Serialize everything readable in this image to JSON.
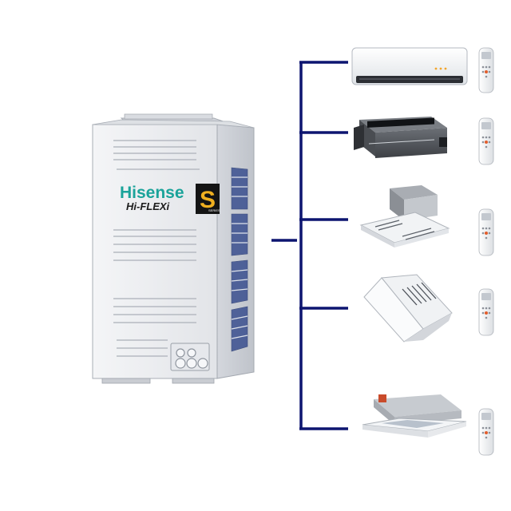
{
  "outdoor_unit": {
    "brand": "Hisense",
    "series_name": "Hi-FLEXi",
    "series_badge": "S",
    "series_badge_caption": "SERIES"
  },
  "colors": {
    "pipe": "#0d1570",
    "brand_teal": "#1aa39a",
    "badge_gold": "#f0b020",
    "unit_body": "#ebedf0",
    "fan_grille": "#3a4f8f"
  },
  "indoor_units": [
    {
      "type": "wall-mounted",
      "icon": "wall-split-ac-icon",
      "remote": "remote-control-icon"
    },
    {
      "type": "ducted",
      "icon": "ducted-unit-icon",
      "remote": "remote-control-icon"
    },
    {
      "type": "four-way cassette",
      "icon": "cassette-unit-icon",
      "remote": "remote-control-icon"
    },
    {
      "type": "ceiling & floor",
      "icon": "ceiling-floor-unit-icon",
      "remote": "remote-control-icon"
    },
    {
      "type": "one-way cassette",
      "icon": "ceiling-cassette-icon",
      "remote": "remote-control-icon"
    }
  ]
}
